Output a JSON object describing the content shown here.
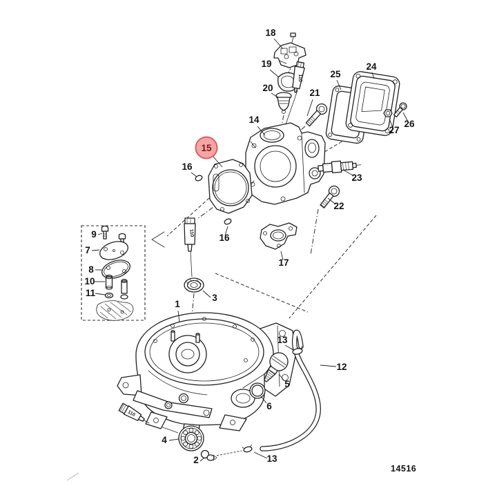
{
  "figure": {
    "drawing_number": "14516"
  },
  "callouts": {
    "p1": "1",
    "p2": "2",
    "p3": "3",
    "p4": "4",
    "p5": "5",
    "p6": "6",
    "p7": "7",
    "p8": "8",
    "p9": "9",
    "p10": "10",
    "p11": "11",
    "p12": "12",
    "p13a": "13",
    "p13b": "13",
    "p14": "14",
    "p15": "15",
    "p16a": "16",
    "p16b": "16",
    "p17": "17",
    "p18": "18",
    "p19": "19",
    "p20": "20",
    "p21": "21",
    "p22": "22",
    "p23": "23",
    "p24": "24",
    "p25": "25",
    "p26": "26",
    "p27": "27"
  },
  "sealant": {
    "tube_top": "110",
    "tube_mid": "110",
    "tube_bottom": "110"
  },
  "colors": {
    "background": "#ffffff",
    "line": "#1f1f1f",
    "highlight_fill": "#f4a6a6",
    "highlight_stroke": "#e05d5d",
    "highlight_text": "#7c1416"
  }
}
